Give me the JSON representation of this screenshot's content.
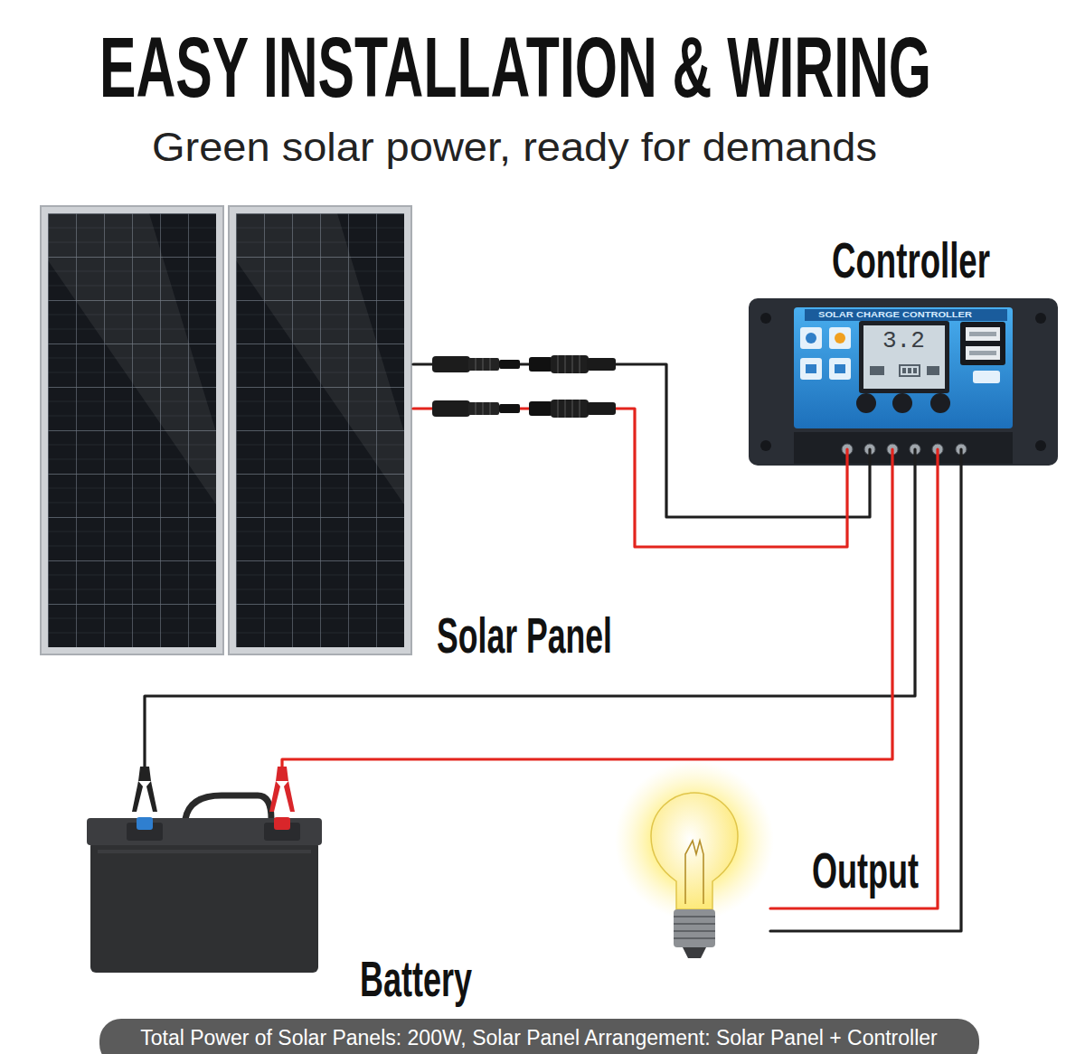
{
  "diagram": {
    "title": "EASY INSTALLATION & WIRING",
    "caption": "Total Power of Solar Panels: 200W, Solar Panel Arrangement: Solar Panel + Controller",
    "nodes": [
      {
        "text": [
          "Solar Panel"
        ]
      },
      {
        "text": [
          "Controller"
        ]
      },
      {
        "text": [
          "Battery"
        ]
      },
      {
        "text": [
          "Output"
        ]
      }
    ],
    "edges": [
      {
        "from": 0,
        "to": 1,
        "arrow": "none"
      },
      {
        "from": 1,
        "to": 2,
        "arrow": "none"
      },
      {
        "from": 1,
        "to": 3,
        "arrow": "none"
      }
    ],
    "labels": [
      "Green solar power, ready for demands",
      "SOLAR CHARGE CONTROLLER",
      "3.2"
    ]
  }
}
